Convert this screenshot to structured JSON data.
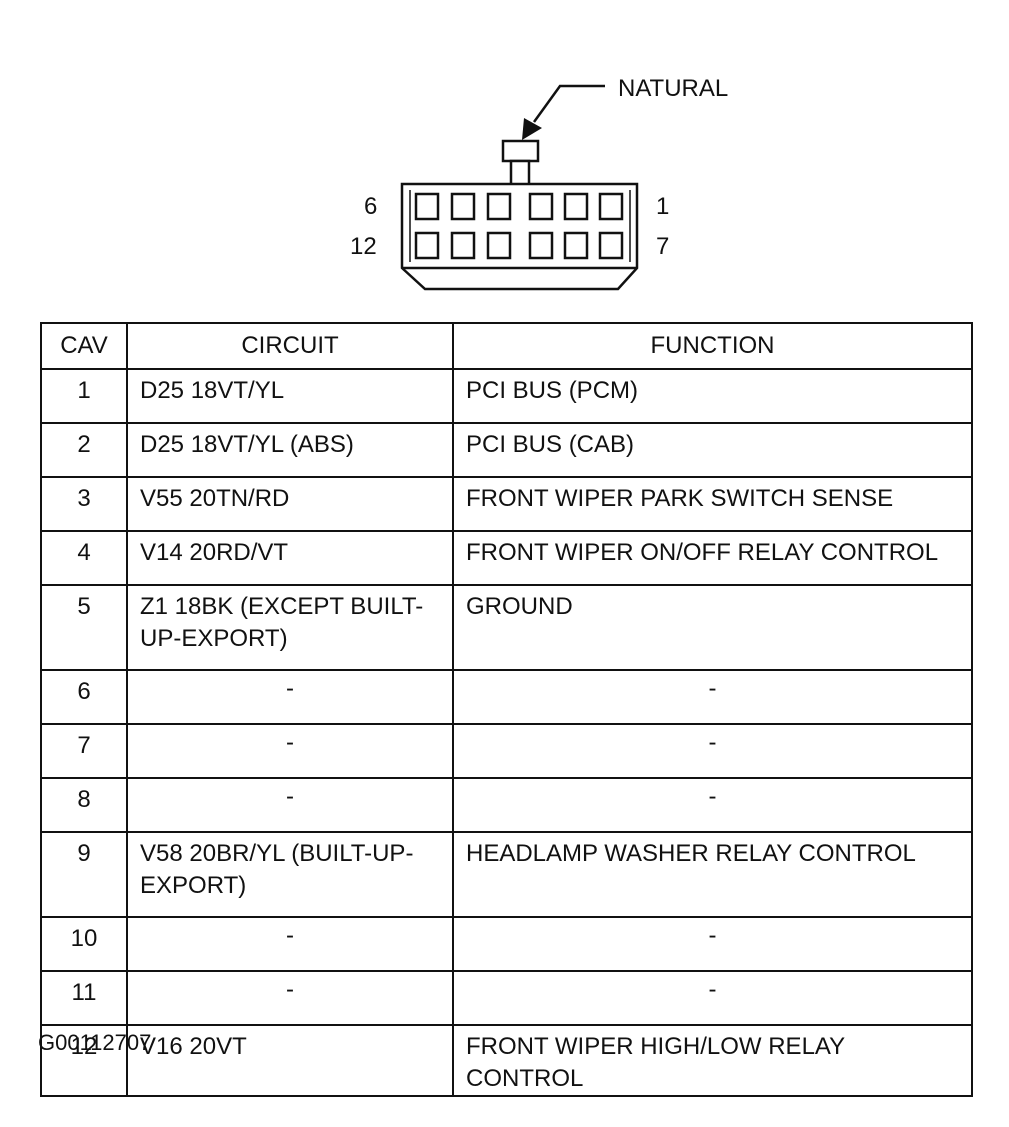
{
  "connector": {
    "callout_label": "NATURAL",
    "pin_labels": {
      "top_left": "6",
      "top_right": "1",
      "bottom_left": "12",
      "bottom_right": "7"
    }
  },
  "table": {
    "headers": {
      "cav": "CAV",
      "circuit": "CIRCUIT",
      "function": "FUNCTION"
    },
    "rows": [
      {
        "cav": "1",
        "circuit": "D25 18VT/YL",
        "function": "PCI BUS (PCM)"
      },
      {
        "cav": "2",
        "circuit": "D25 18VT/YL (ABS)",
        "function": "PCI BUS (CAB)"
      },
      {
        "cav": "3",
        "circuit": "V55 20TN/RD",
        "function": "FRONT WIPER PARK SWITCH SENSE"
      },
      {
        "cav": "4",
        "circuit": "V14 20RD/VT",
        "function": "FRONT WIPER ON/OFF RELAY CONTROL"
      },
      {
        "cav": "5",
        "circuit": "Z1 18BK (EXCEPT BUILT-UP-EXPORT)",
        "function": "GROUND"
      },
      {
        "cav": "6",
        "circuit": "-",
        "function": "-"
      },
      {
        "cav": "7",
        "circuit": "-",
        "function": "-"
      },
      {
        "cav": "8",
        "circuit": "-",
        "function": "-"
      },
      {
        "cav": "9",
        "circuit": "V58 20BR/YL (BUILT-UP-EXPORT)",
        "function": "HEADLAMP WASHER RELAY CONTROL"
      },
      {
        "cav": "10",
        "circuit": "-",
        "function": "-"
      },
      {
        "cav": "11",
        "circuit": "-",
        "function": "-"
      },
      {
        "cav": "12",
        "circuit": "V16 20VT",
        "function": "FRONT WIPER HIGH/LOW RELAY CONTROL"
      }
    ]
  },
  "figure_id": "G00112707"
}
